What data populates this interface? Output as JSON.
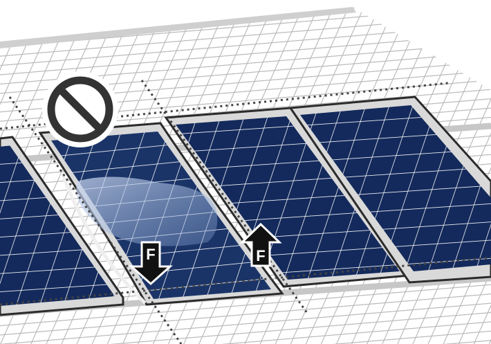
{
  "illustration": {
    "prohibition_sign": {
      "icon": "prohibited-icon",
      "color": "#333333"
    },
    "force_labels": [
      {
        "id": "down",
        "text": "F",
        "direction": "down"
      },
      {
        "id": "up",
        "text": "F",
        "direction": "up"
      }
    ],
    "colors": {
      "panel_blue": "#142a5c",
      "panel_frame": "#cfcfcf",
      "frame_outline": "#2b2b2b",
      "roof_grid": "#b8b8b8",
      "dotted_guides": "#444444",
      "arrow_fill": "#111111",
      "distortion_highlight": "#9fb6dd"
    }
  }
}
